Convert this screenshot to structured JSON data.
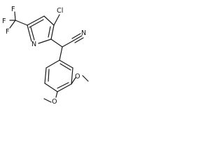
{
  "molecule": {
    "atoms": {
      "F_top": "F",
      "F_mid": "F",
      "F_bot": "F",
      "Cl": "Cl",
      "N_ring": "N",
      "N_nitrile": "N",
      "O_meta": "O",
      "O_para": "O"
    }
  }
}
